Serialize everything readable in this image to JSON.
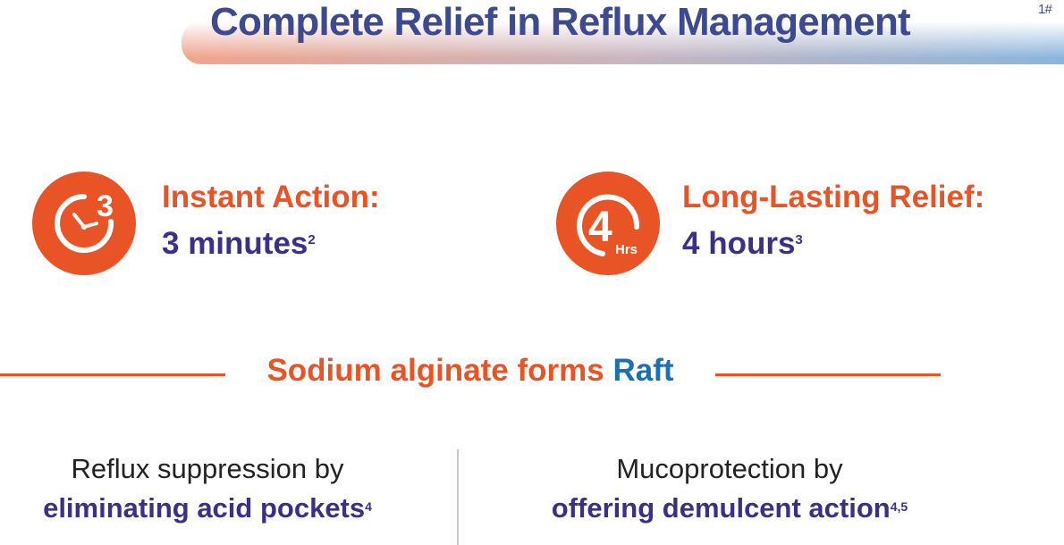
{
  "header": {
    "title": "Complete Relief in Reflux Management",
    "title_ref": "1#"
  },
  "features": [
    {
      "icon": "clock-3-icon",
      "icon_text": "3",
      "heading": "Instant Action:",
      "value": "3 minutes",
      "ref": "2"
    },
    {
      "icon": "clock-4hrs-icon",
      "icon_text": "4",
      "icon_sub": "Hrs",
      "heading": "Long-Lasting Relief:",
      "value": "4 hours",
      "ref": "3"
    }
  ],
  "raft": {
    "text": "Sodium alginate forms",
    "highlight": "Raft"
  },
  "benefits": [
    {
      "line1": "Reflux suppression by",
      "line2": "eliminating acid pockets",
      "ref": "4"
    },
    {
      "line1": "Mucoprotection by",
      "line2": "offering demulcent action",
      "ref": "4,5"
    }
  ],
  "colors": {
    "orange": "#e85426",
    "navy": "#3a3088",
    "blue": "#1a6fb5"
  }
}
